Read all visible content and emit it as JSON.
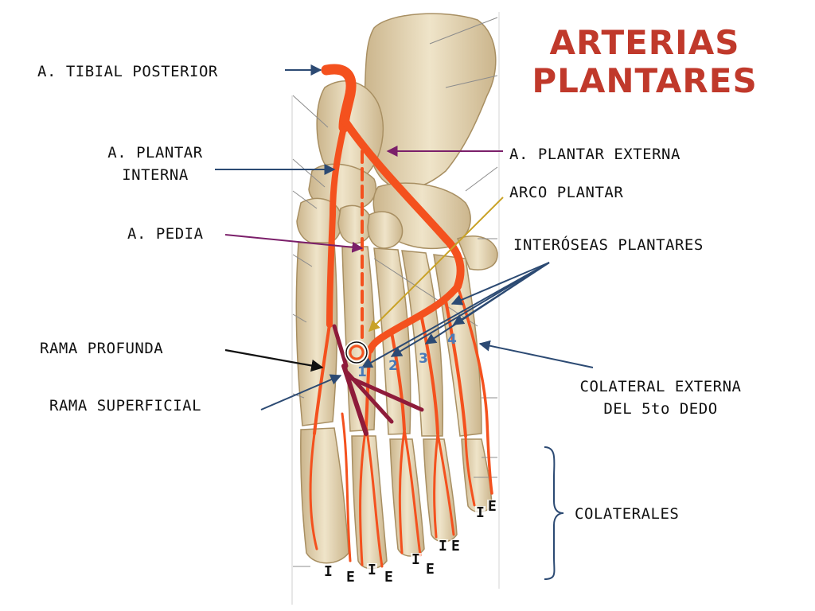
{
  "title": {
    "line1": "ARTERIAS",
    "line2": "PLANTARES"
  },
  "labels": {
    "tibial_posterior": "A. TIBIAL POSTERIOR",
    "plantar_interna_1": "A. PLANTAR",
    "plantar_interna_2": "INTERNA",
    "pedia": "A. PEDIA",
    "rama_profunda": "RAMA PROFUNDA",
    "rama_superficial": "RAMA SUPERFICIAL",
    "plantar_externa": "A. PLANTAR EXTERNA",
    "arco_plantar": "ARCO PLANTAR",
    "interoseas": "INTERÓSEAS PLANTARES",
    "colateral_externa_1": "COLATERAL EXTERNA",
    "colateral_externa_2": "DEL 5to DEDO",
    "colaterales": "COLATERALES"
  },
  "interosseous_numbers": [
    "1",
    "2",
    "3",
    "4"
  ],
  "toe_markers": {
    "internal": "I",
    "external": "E"
  },
  "colors": {
    "title": "#c0392b",
    "artery": "#f4511e",
    "superficial_branch": "#8e1b3a",
    "pointer_blue": "#2c4a73",
    "pointer_purple": "#7b1f6a",
    "pointer_gold": "#c9a227",
    "bone": "#e8dcc0",
    "bone_shadow": "#b9a47e",
    "number_marker": "#4a7ab8"
  }
}
